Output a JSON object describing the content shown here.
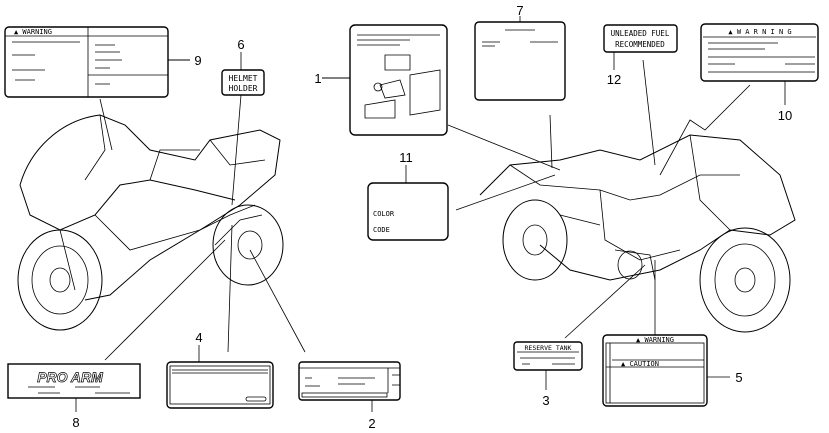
{
  "callouts": {
    "n1": "1",
    "n2": "2",
    "n3": "3",
    "n4": "4",
    "n5": "5",
    "n6": "6",
    "n7": "7",
    "n8": "8",
    "n9": "9",
    "n10": "10",
    "n11": "11",
    "n12": "12"
  },
  "labels": {
    "warning_9": "▲ WARNING",
    "helmet_line1": "HELMET",
    "helmet_line2": "HOLDER",
    "fuel_line1": "UNLEADED FUEL",
    "fuel_line2": "RECOMMENDED",
    "warning_10": "▲  W A R N I N G",
    "color_line1": "COLOR",
    "color_line2": "CODE",
    "reserve_tank": "RESERVE TANK",
    "warning_5": "▲ WARNING",
    "caution_5": "▲ CAUTION",
    "pro_arm": "PRO ARM"
  }
}
